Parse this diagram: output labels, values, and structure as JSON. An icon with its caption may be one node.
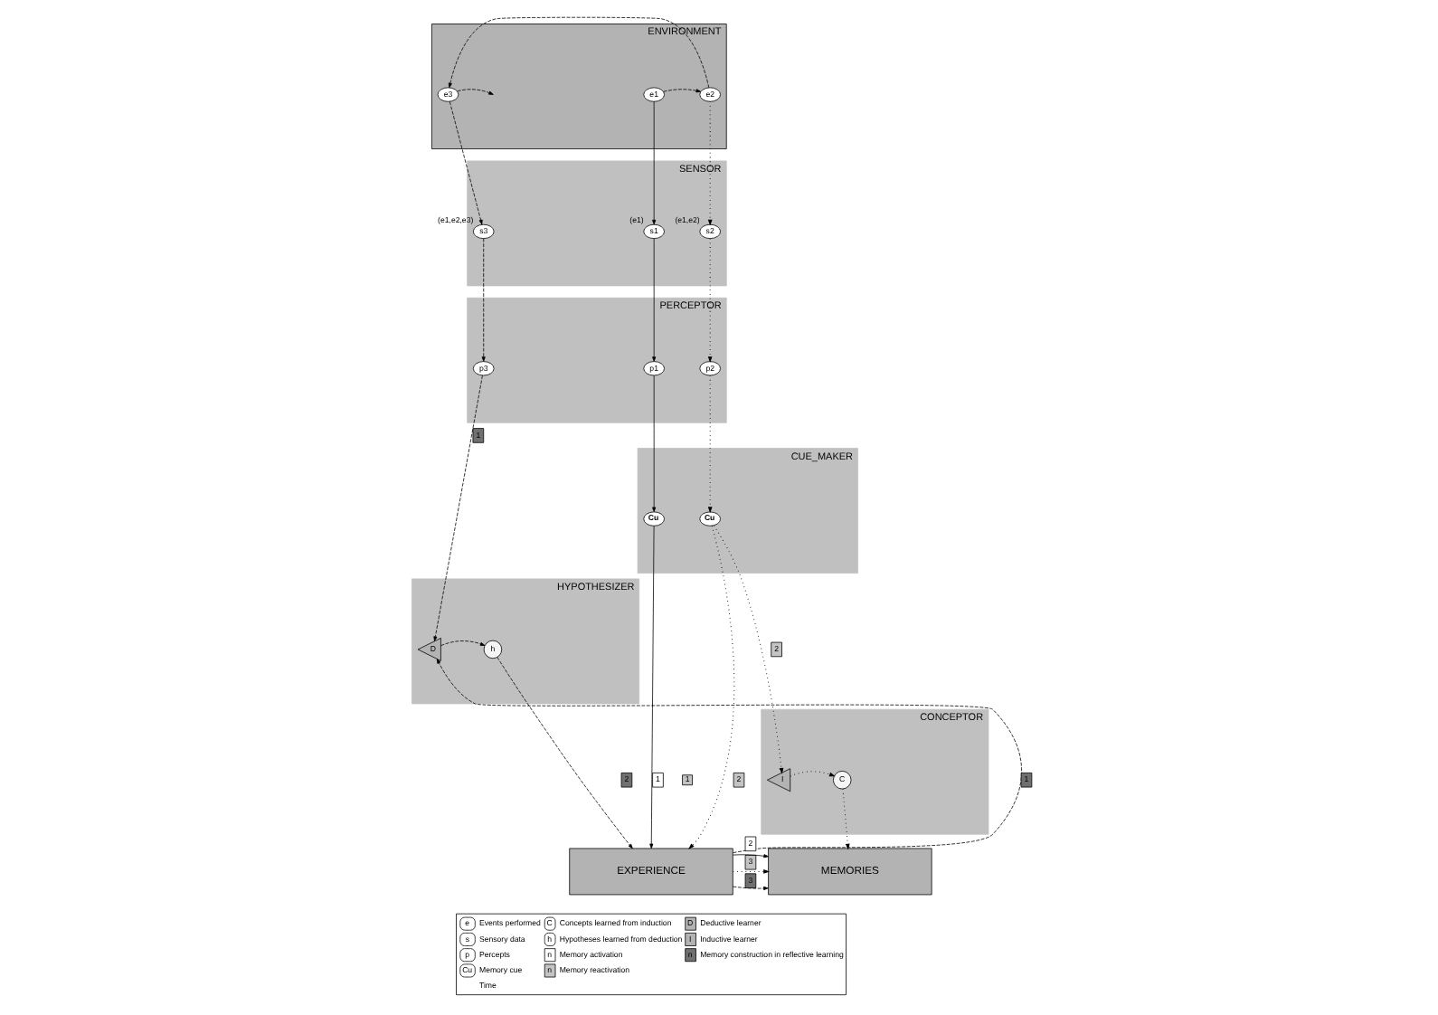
{
  "diagram": {
    "nodes": [
      {
        "text": [
          "ENVIRONMENT"
        ]
      },
      {
        "text": [
          "e1"
        ],
        "in": 0
      },
      {
        "text": [
          "e2"
        ],
        "in": 0
      },
      {
        "text": [
          "e3"
        ],
        "in": 0
      },
      {
        "text": [
          "SENSOR"
        ]
      },
      {
        "text": [
          "s1"
        ],
        "in": 4,
        "beside": [
          "(e1)"
        ]
      },
      {
        "text": [
          "s2"
        ],
        "in": 4,
        "beside": [
          "(e1,e2)"
        ]
      },
      {
        "text": [
          "s3"
        ],
        "in": 4,
        "beside": [
          "(e1,e2,e3)"
        ]
      },
      {
        "text": [
          "PERCEPTOR"
        ]
      },
      {
        "text": [
          "p1"
        ],
        "in": 8
      },
      {
        "text": [
          "p2"
        ],
        "in": 8
      },
      {
        "text": [
          "p3"
        ],
        "in": 8
      },
      {
        "text": [
          "CUE_MAKER"
        ]
      },
      {
        "text": [
          "Cu"
        ],
        "in": 12
      },
      {
        "text": [
          "Cu"
        ],
        "in": 12
      },
      {
        "text": [
          "CONCEPTOR"
        ]
      },
      {
        "text": [
          "I"
        ],
        "in": 15
      },
      {
        "text": [
          "C"
        ],
        "in": 15
      },
      {
        "text": [
          "HYPOTHESIZER"
        ]
      },
      {
        "text": [
          "D"
        ],
        "in": 18
      },
      {
        "text": [
          "h"
        ],
        "in": 18
      },
      {
        "text": [
          "EXPERIENCE"
        ]
      },
      {
        "text": [
          "MEMORIES"
        ]
      }
    ],
    "edges": [
      {
        "from": 1,
        "to": 2,
        "arrow": "to",
        "style": "dashed"
      },
      {
        "from": 2,
        "to": 3,
        "arrow": "to",
        "style": "dashed"
      },
      {
        "from": 3,
        "to": null,
        "arrow": "to",
        "style": "dashed"
      },
      {
        "from": 1,
        "to": 5,
        "arrow": "to"
      },
      {
        "from": 2,
        "to": 6,
        "arrow": "to",
        "style": "dashed"
      },
      {
        "from": 3,
        "to": 7,
        "arrow": "to",
        "style": "dashed"
      },
      {
        "from": 5,
        "to": 9,
        "arrow": "to"
      },
      {
        "from": 6,
        "to": 10,
        "arrow": "to",
        "style": "dashed"
      },
      {
        "from": 7,
        "to": 11,
        "arrow": "to",
        "style": "dashed"
      },
      {
        "from": 9,
        "to": 13,
        "arrow": "to"
      },
      {
        "from": 10,
        "to": 14,
        "arrow": "to",
        "style": "dashed"
      },
      {
        "from": 11,
        "to": 19,
        "arrow": "to",
        "style": "dashed",
        "label": "1"
      },
      {
        "from": 13,
        "to": 21,
        "arrow": "to",
        "label": "1"
      },
      {
        "from": 14,
        "to": 16,
        "arrow": "to",
        "style": "dashed",
        "label": "2"
      },
      {
        "from": 14,
        "to": 21,
        "arrow": "to",
        "style": "dashed",
        "label": "2"
      },
      {
        "from": 16,
        "to": 17,
        "arrow": "to",
        "style": "dashed"
      },
      {
        "from": 17,
        "to": 22,
        "arrow": "to",
        "style": "dashed"
      },
      {
        "from": 21,
        "to": 19,
        "arrow": "to",
        "style": "dashed",
        "label": "1"
      },
      {
        "from": 19,
        "to": 20,
        "arrow": "to",
        "style": "dashed"
      },
      {
        "from": 20,
        "to": 21,
        "arrow": "to",
        "style": "dashed",
        "label": "2"
      },
      {
        "from": 21,
        "to": 22,
        "arrow": "to",
        "style": "dashed",
        "label": "3"
      },
      {
        "from": 21,
        "to": 22,
        "arrow": "to",
        "style": "dashed",
        "label": "3"
      },
      {
        "from": 21,
        "to": 22,
        "arrow": "to",
        "label": "2"
      }
    ],
    "labels": [
      "1",
      "e",
      "s",
      "p",
      "Cu",
      "C",
      "h",
      "n",
      "n",
      "D",
      "I",
      "n"
    ],
    "legend": [
      {
        "text": "Events performed"
      },
      {
        "text": "Sensory data"
      },
      {
        "text": "Percepts"
      },
      {
        "text": "Memory cue"
      },
      {
        "text": "Time"
      },
      {
        "text": "Concepts learned from induction"
      },
      {
        "text": "Hypotheses learned from deduction"
      },
      {
        "text": "Memory activation"
      },
      {
        "text": "Memory reactivation"
      },
      {
        "text": "Deductive learner"
      },
      {
        "text": "Inductive learner"
      },
      {
        "text": "Memory construction in reflective learning"
      }
    ]
  }
}
